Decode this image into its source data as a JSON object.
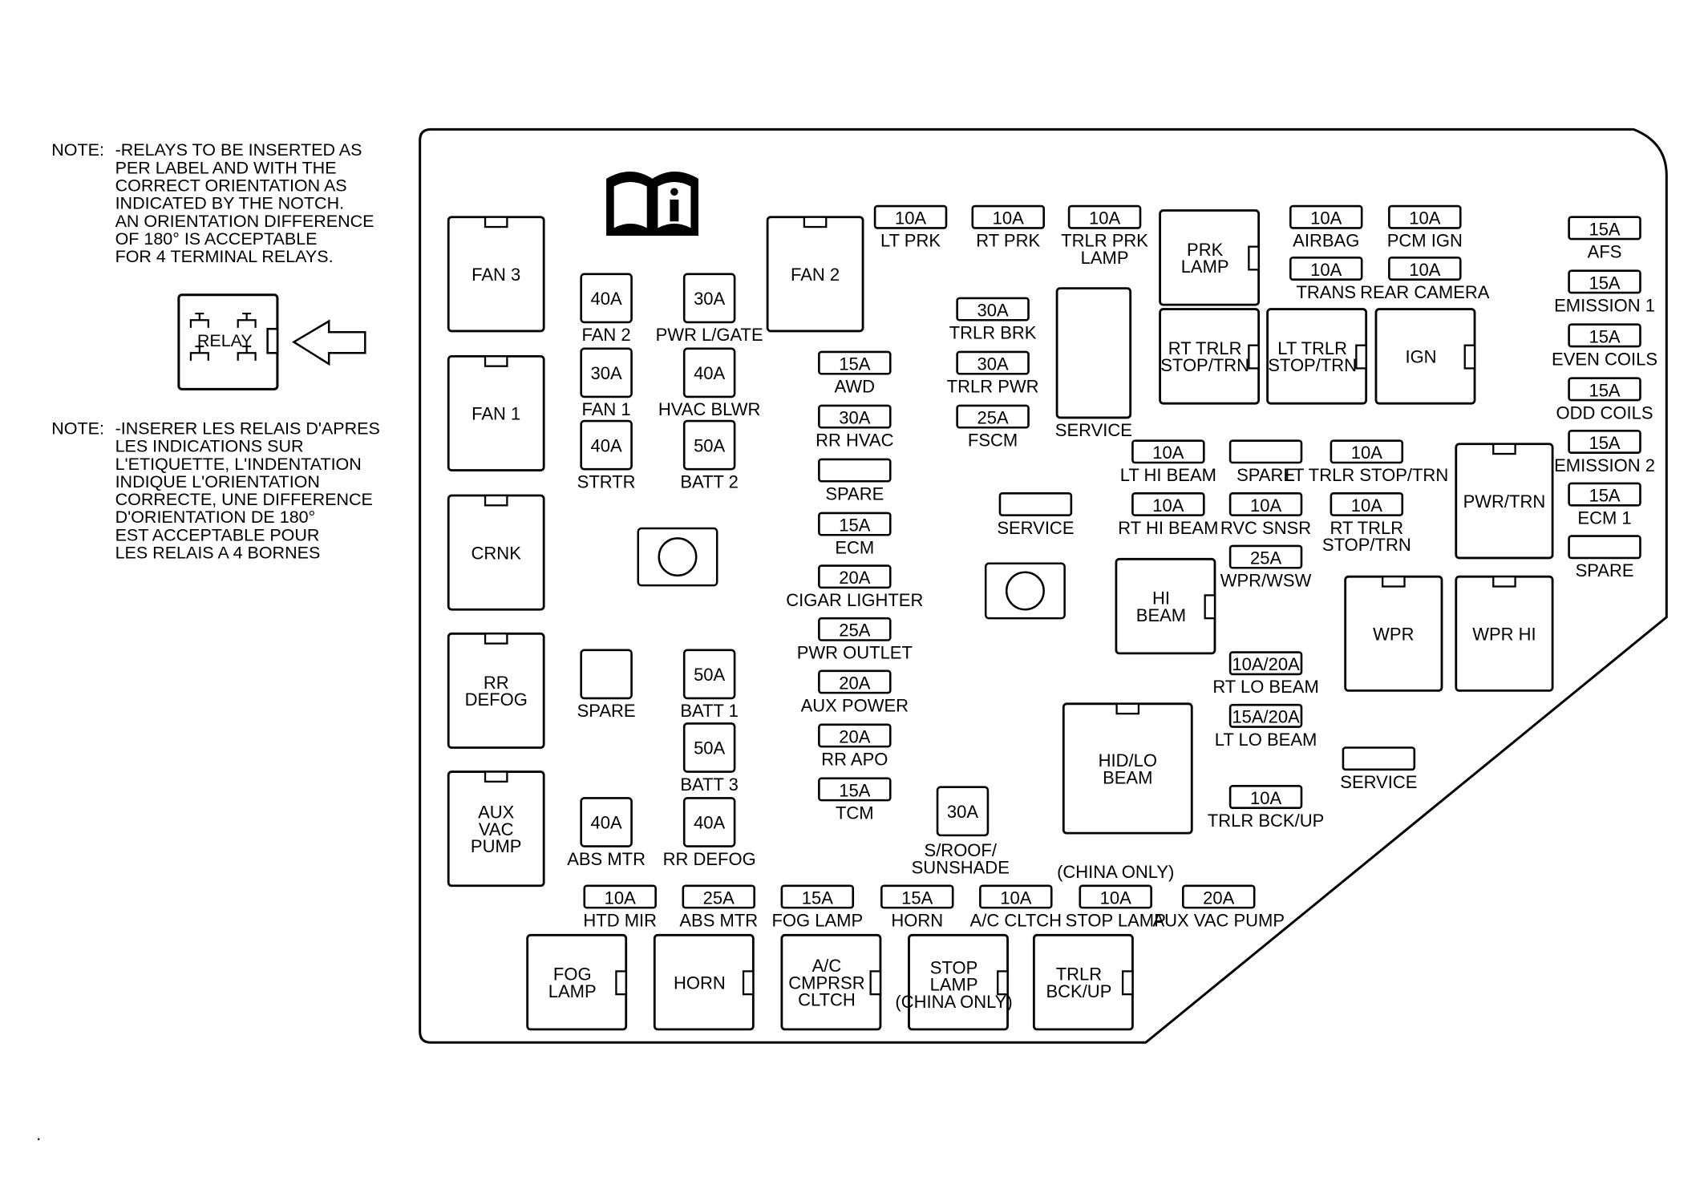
{
  "notes": {
    "en_prefix": "NOTE:",
    "en_lines": [
      "-RELAYS TO BE INSERTED AS",
      "PER LABEL AND WITH THE",
      "CORRECT ORIENTATION AS",
      "INDICATED BY THE NOTCH.",
      "AN ORIENTATION DIFFERENCE",
      "OF 180° IS ACCEPTABLE",
      "FOR 4 TERMINAL RELAYS."
    ],
    "fr_prefix": "NOTE:",
    "fr_lines": [
      "-INSERER LES RELAIS D'APRES",
      "LES INDICATIONS SUR",
      "L'ETIQUETTE, L'INDENTATION",
      "INDIQUE L'ORIENTATION",
      "CORRECTE, UNE DIFFERENCE",
      "D'ORIENTATION DE 180°",
      "EST ACCEPTABLE POUR",
      "LES RELAIS A 4 BORNES"
    ],
    "relay_label": "RELAY"
  },
  "footer_mark": ".",
  "relays": [
    {
      "name": "FAN 3"
    },
    {
      "name": "FAN 1"
    },
    {
      "name": "CRNK"
    },
    {
      "name": "RR DEFOG"
    },
    {
      "name": "AUX VAC PUMP"
    },
    {
      "name": "FAN 2"
    },
    {
      "name": "SERVICE"
    },
    {
      "name": "PRK LAMP"
    },
    {
      "name": "RT TRLR STOP/TRN"
    },
    {
      "name": "LT TRLR STOP/TRN"
    },
    {
      "name": "IGN"
    },
    {
      "name": "PWR/TRN"
    },
    {
      "name": "HI BEAM"
    },
    {
      "name": "WPR"
    },
    {
      "name": "WPR HI"
    },
    {
      "name": "HID/LO BEAM"
    },
    {
      "name": "FOG LAMP"
    },
    {
      "name": "HORN"
    },
    {
      "name": "A/C CMPRSR CLTCH"
    },
    {
      "name": "STOP LAMP",
      "note": "(CHINA ONLY)"
    },
    {
      "name": "TRLR BCK/UP"
    }
  ],
  "square_fuses": [
    {
      "rating": "40A",
      "label": "FAN 2"
    },
    {
      "rating": "30A",
      "label": "PWR L/GATE"
    },
    {
      "rating": "30A",
      "label": "FAN 1"
    },
    {
      "rating": "40A",
      "label": "HVAC BLWR"
    },
    {
      "rating": "40A",
      "label": "STRTR"
    },
    {
      "rating": "50A",
      "label": "BATT 2"
    },
    {
      "rating": "",
      "label": "SPARE"
    },
    {
      "rating": "50A",
      "label": "BATT 1"
    },
    {
      "rating": "50A",
      "label": "BATT 3"
    },
    {
      "rating": "40A",
      "label": "ABS MTR"
    },
    {
      "rating": "40A",
      "label": "RR DEFOG"
    },
    {
      "rating": "30A",
      "label": "S/ROOF/ SUNSHADE"
    }
  ],
  "mini_fuses": [
    {
      "rating": "10A",
      "label": "LT PRK"
    },
    {
      "rating": "10A",
      "label": "RT PRK"
    },
    {
      "rating": "10A",
      "label": "TRLR PRK LAMP"
    },
    {
      "rating": "10A",
      "label": "AIRBAG"
    },
    {
      "rating": "10A",
      "label": "PCM IGN"
    },
    {
      "rating": "10A",
      "label": "TRANS"
    },
    {
      "rating": "10A",
      "label": "REAR CAMERA"
    },
    {
      "rating": "15A",
      "label": "AFS"
    },
    {
      "rating": "15A",
      "label": "EMISSION 1"
    },
    {
      "rating": "15A",
      "label": "EVEN COILS"
    },
    {
      "rating": "15A",
      "label": "ODD COILS"
    },
    {
      "rating": "15A",
      "label": "EMISSION 2"
    },
    {
      "rating": "15A",
      "label": "ECM 1"
    },
    {
      "rating": "",
      "label": "SPARE"
    },
    {
      "rating": "30A",
      "label": "TRLR BRK"
    },
    {
      "rating": "30A",
      "label": "TRLR PWR"
    },
    {
      "rating": "25A",
      "label": "FSCM"
    },
    {
      "rating": "15A",
      "label": "AWD"
    },
    {
      "rating": "30A",
      "label": "RR HVAC"
    },
    {
      "rating": "",
      "label": "SPARE"
    },
    {
      "rating": "15A",
      "label": "ECM"
    },
    {
      "rating": "20A",
      "label": "CIGAR LIGHTER"
    },
    {
      "rating": "25A",
      "label": "PWR OUTLET"
    },
    {
      "rating": "20A",
      "label": "AUX POWER"
    },
    {
      "rating": "20A",
      "label": "RR APO"
    },
    {
      "rating": "15A",
      "label": "TCM"
    },
    {
      "rating": "10A",
      "label": "LT HI BEAM"
    },
    {
      "rating": "",
      "label": "SPARE"
    },
    {
      "rating": "10A",
      "label": "LT TRLR STOP/TRN"
    },
    {
      "rating": "10A",
      "label": "RT HI BEAM"
    },
    {
      "rating": "10A",
      "label": "RVC SNSR"
    },
    {
      "rating": "10A",
      "label": "RT TRLR STOP/TRN"
    },
    {
      "rating": "25A",
      "label": "WPR/WSW"
    },
    {
      "rating": "",
      "label": "SERVICE"
    },
    {
      "rating": "10A/20A",
      "label": "RT LO BEAM"
    },
    {
      "rating": "15A/20A",
      "label": "LT LO BEAM"
    },
    {
      "rating": "10A",
      "label": "TRLR BCK/UP"
    },
    {
      "rating": "",
      "label": "SERVICE"
    },
    {
      "rating": "10A",
      "label": "HTD MIR"
    },
    {
      "rating": "25A",
      "label": "ABS MTR"
    },
    {
      "rating": "15A",
      "label": "FOG LAMP"
    },
    {
      "rating": "15A",
      "label": "HORN"
    },
    {
      "rating": "10A",
      "label": "A/C CLTCH"
    },
    {
      "rating": "10A",
      "label": "STOP LAMP",
      "note": "(CHINA ONLY)"
    },
    {
      "rating": "20A",
      "label": "AUX VAC PUMP"
    }
  ]
}
